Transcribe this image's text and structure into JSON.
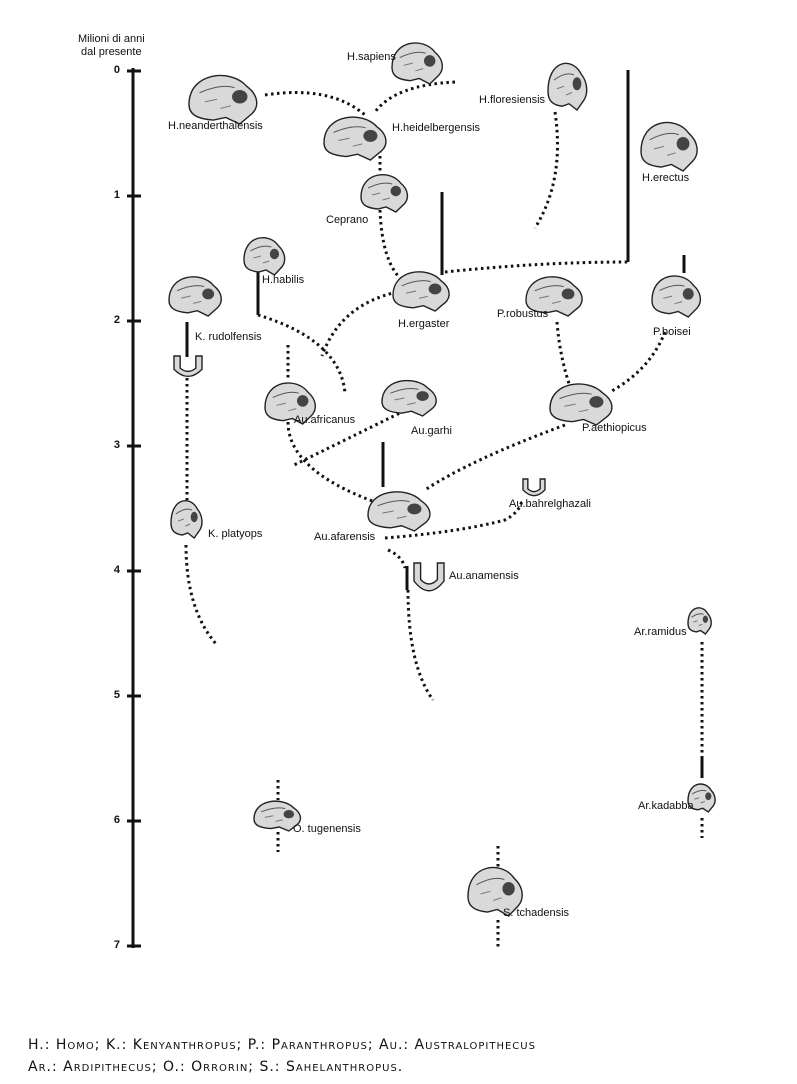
{
  "axis": {
    "title_line1": "Milioni di anni",
    "title_line2": "dal presente",
    "ticks": [
      "0",
      "1",
      "2",
      "3",
      "4",
      "5",
      "6",
      "7"
    ]
  },
  "species": {
    "sapiens": "H.sapiens",
    "floresiensis": "H.floresiensis",
    "neanderthalensis": "H.neanderthalensis",
    "heidelbergensis": "H.heidelbergensis",
    "erectus": "H.erectus",
    "ceprano": "Ceprano",
    "habilis": "H.habilis",
    "rudolfensis": "K. rudolfensis",
    "ergaster": "H.ergaster",
    "robustus": "P.robustus",
    "boisei": "P.boisei",
    "africanus": "Au.africanus",
    "garhi": "Au.garhi",
    "aethiopicus": "P.aethiopicus",
    "bahrelghazali": "Au.bahrelghazali",
    "platyops": "K. platyops",
    "afarensis": "Au.afarensis",
    "anamensis": "Au.anamensis",
    "ramidus": "Ar.ramidus",
    "kadabba": "Ar.kadabba",
    "tugenensis": "O. tugenensis",
    "tchadensis": "S. tchadensis"
  },
  "legend": {
    "line1": "H.: Homo; K.: Kenyanthropus; P.: Paranthropus; Au.: Australopithecus",
    "line2": "Ar.: Ardipithecus; O.: Orrorin; S.: Sahelanthropus."
  }
}
